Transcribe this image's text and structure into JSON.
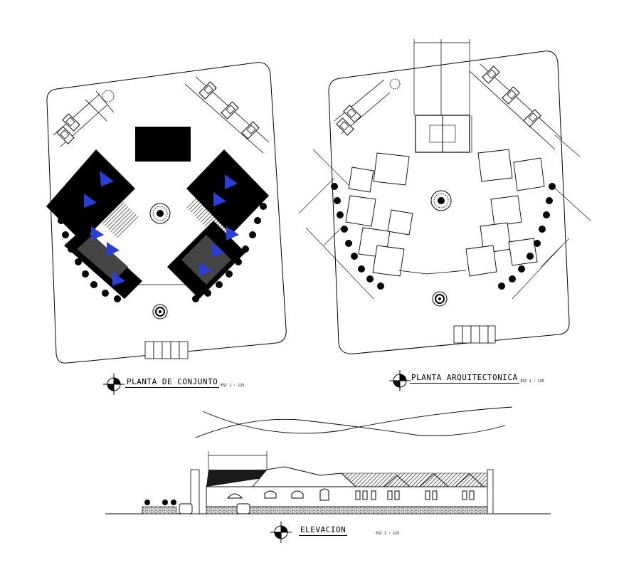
{
  "drawing_titles": {
    "site_plan": {
      "title": "PLANTA DE CONJUNTO",
      "scale": "ESC 1 : 125"
    },
    "floor_plan": {
      "title": "PLANTA ARQUITECTONICA",
      "scale": "ESC 1 : 125"
    },
    "elevation": {
      "title": "ELEVACION",
      "scale": "ESC 1 : 125"
    }
  },
  "colors": {
    "line": "#000000",
    "roof_shade": "#4a4a4a",
    "glass_accent": "#2a3fd6",
    "background": "#ffffff"
  }
}
